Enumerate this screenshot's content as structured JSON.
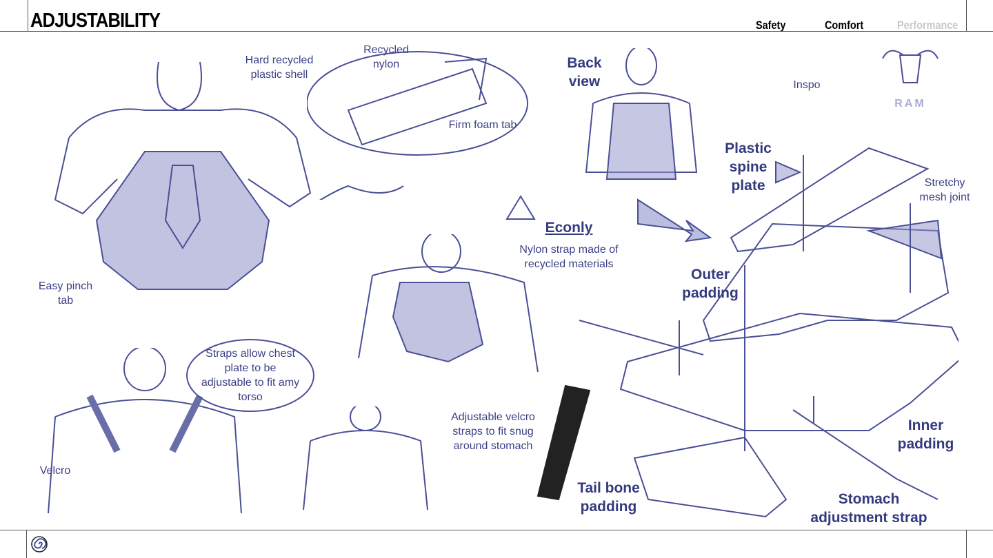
{
  "header": {
    "title": "ADJUSTABILITY",
    "tabs": [
      {
        "label": "Safety",
        "active": true
      },
      {
        "label": "Comfort",
        "active": true
      },
      {
        "label": "Performance",
        "active": false
      }
    ]
  },
  "annotations": {
    "hard_shell": "Hard recycled plastic shell",
    "recycled_nylon": "Recycled nylon",
    "firm_foam": "Firm foam tab",
    "easy_pinch": "Easy pinch tab",
    "back_view": "Back view",
    "inspo": "Inspo",
    "ram": "RAM",
    "plastic_spine": "Plastic spine plate",
    "stretchy_mesh": "Stretchy mesh joint",
    "econly": "Econly",
    "nylon_strap": "Nylon strap made of recycled materials",
    "outer_padding": "Outer padding",
    "straps_allow": "Straps allow chest plate to be adjustable to fit amy torso",
    "velcro": "Velcro",
    "adjustable_velcro": "Adjustable velcro straps to fit snug around stomach",
    "inner_padding": "Inner padding",
    "tail_bone": "Tail bone padding",
    "stomach_strap": "Stomach adjustment strap"
  },
  "colors": {
    "ink": "#3b3f86",
    "fill": "#8e92c8",
    "inactive_tab": "#c8c8c8"
  }
}
